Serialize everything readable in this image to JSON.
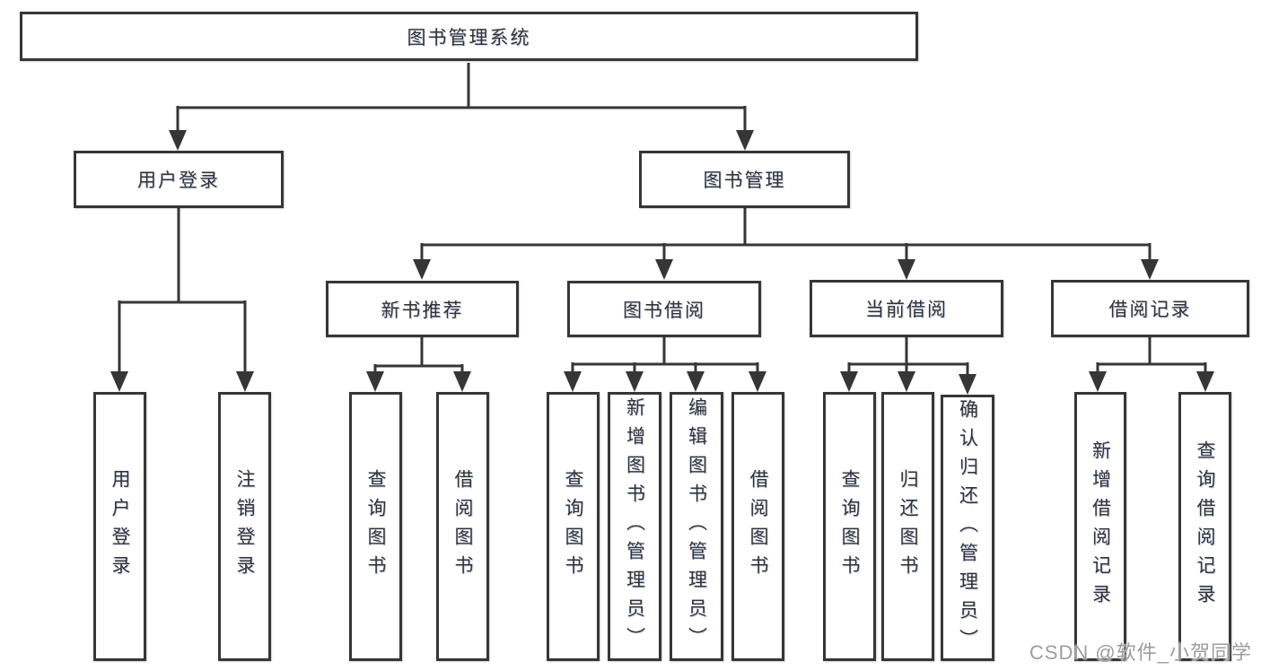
{
  "page": {
    "background_color": "#ffffff"
  },
  "diagram": {
    "type": "hierarchy-tree",
    "line_color": "#363636",
    "text_color": "#333333",
    "box_fill": "#ffffff",
    "nodes": {
      "root": {
        "label": "图书管理系统"
      },
      "level2": [
        {
          "label": "用户登录"
        },
        {
          "label": "图书管理"
        }
      ],
      "level3": [
        {
          "label": "新书推荐"
        },
        {
          "label": "图书借阅"
        },
        {
          "label": "当前借阅"
        },
        {
          "label": "借阅记录"
        }
      ],
      "level4": [
        {
          "label": "用户登录"
        },
        {
          "label": "注销登录"
        },
        {
          "label": "查询图书"
        },
        {
          "label": "借阅图书"
        },
        {
          "label": "查询图书"
        },
        {
          "label": "新增图书（管理员）"
        },
        {
          "label": "编辑图书（管理员）"
        },
        {
          "label": "借阅图书"
        },
        {
          "label": "查询图书"
        },
        {
          "label": "归还图书"
        },
        {
          "label": "确认归还（管理员）"
        },
        {
          "label": "新增借阅记录"
        },
        {
          "label": "查询借阅记录"
        }
      ]
    },
    "hierarchy": [
      {
        "parent": "图书管理系统",
        "children": [
          "用户登录",
          "图书管理"
        ]
      },
      {
        "parent": "用户登录",
        "children": [
          "用户登录",
          "注销登录"
        ]
      },
      {
        "parent": "图书管理",
        "children": [
          "新书推荐",
          "图书借阅",
          "当前借阅",
          "借阅记录"
        ]
      },
      {
        "parent": "新书推荐",
        "children": [
          "查询图书",
          "借阅图书"
        ]
      },
      {
        "parent": "图书借阅",
        "children": [
          "查询图书",
          "新增图书（管理员）",
          "编辑图书（管理员）",
          "借阅图书"
        ]
      },
      {
        "parent": "当前借阅",
        "children": [
          "查询图书",
          "归还图书",
          "确认归还（管理员）"
        ]
      },
      {
        "parent": "借阅记录",
        "children": [
          "新增借阅记录",
          "查询借阅记录"
        ]
      }
    ]
  },
  "watermark": {
    "text": "CSDN @软件_小贺同学",
    "color": "#9d9d9d"
  }
}
